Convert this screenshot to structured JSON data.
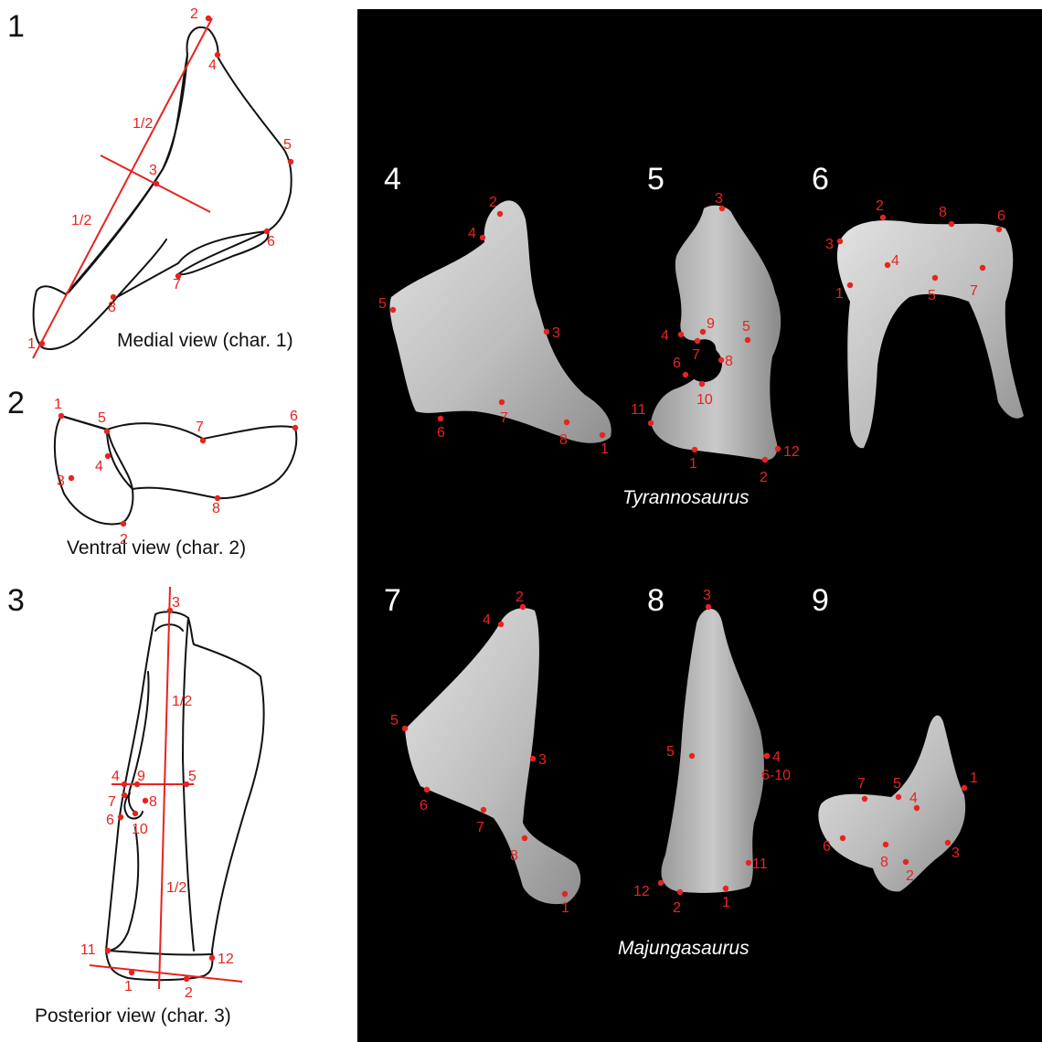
{
  "colors": {
    "background_left": "#ffffff",
    "background_right": "#000000",
    "landmark": "#e8231f",
    "outline": "#111111",
    "bone": "#b9b9b9"
  },
  "panels": {
    "p1": {
      "number": "1",
      "caption": "Medial view (char. 1)",
      "half_upper": "1/2",
      "half_lower": "1/2",
      "labels": [
        "1",
        "2",
        "3",
        "4",
        "5",
        "6",
        "7",
        "8"
      ]
    },
    "p2": {
      "number": "2",
      "caption": "Ventral view (char. 2)",
      "labels": [
        "1",
        "2",
        "3",
        "4",
        "5",
        "6",
        "7",
        "8"
      ]
    },
    "p3": {
      "number": "3",
      "caption": "Posterior view (char. 3)",
      "half_upper": "1/2",
      "half_lower": "1/2",
      "labels": [
        "1",
        "2",
        "3",
        "4",
        "5",
        "6",
        "7",
        "8",
        "9",
        "10",
        "11",
        "12"
      ]
    },
    "p4": {
      "number": "4",
      "labels": [
        "1",
        "2",
        "3",
        "4",
        "5",
        "6",
        "7",
        "8"
      ]
    },
    "p5": {
      "number": "5",
      "labels": [
        "1",
        "2",
        "3",
        "4",
        "5",
        "6",
        "7",
        "8",
        "9",
        "10",
        "11",
        "12"
      ]
    },
    "p6": {
      "number": "6",
      "labels": [
        "1",
        "2",
        "3",
        "4",
        "5",
        "6",
        "7",
        "8"
      ]
    },
    "p7": {
      "number": "7",
      "labels": [
        "1",
        "2",
        "3",
        "4",
        "5",
        "6",
        "7",
        "8"
      ]
    },
    "p8": {
      "number": "8",
      "labels": [
        "1",
        "2",
        "3",
        "4",
        "6-10",
        "5",
        "11",
        "12"
      ]
    },
    "p9": {
      "number": "9",
      "labels": [
        "1",
        "2",
        "3",
        "4",
        "5",
        "6",
        "7",
        "8"
      ]
    }
  },
  "taxa": {
    "top_row": "Tyrannosaurus",
    "bottom_row": "Majungasaurus"
  }
}
